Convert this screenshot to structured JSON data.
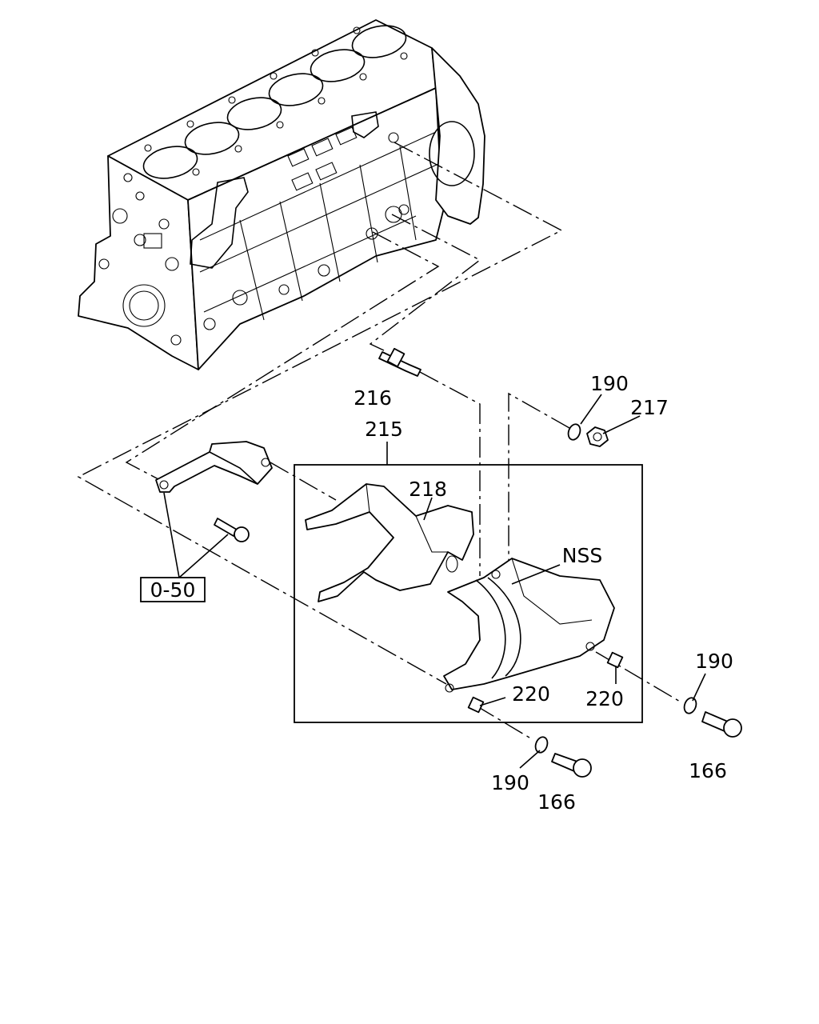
{
  "labels": {
    "p216": "216",
    "p215": "215",
    "p190a": "190",
    "p217": "217",
    "p218": "218",
    "nss": "NSS",
    "ref": "0-50",
    "p220a": "220",
    "p220b": "220",
    "p190b": "190",
    "p190c": "190",
    "p166a": "166",
    "p166b": "166"
  }
}
